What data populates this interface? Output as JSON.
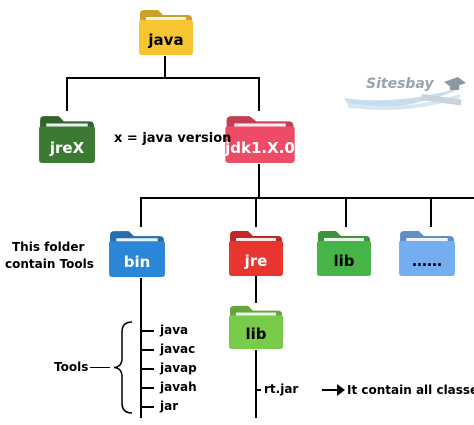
{
  "folders": {
    "java": {
      "label": "java",
      "color": "#f7c432",
      "text_color": "#000000"
    },
    "jrex": {
      "label": "jreX",
      "color": "#3c7a34",
      "text_color": "#ffffff"
    },
    "jdk": {
      "label": "jdk1.X.0",
      "color": "#ee4b67",
      "text_color": "#ffffff"
    },
    "bin": {
      "label": "bin",
      "color": "#2b86d8",
      "text_color": "#ffffff"
    },
    "jre": {
      "label": "jre",
      "color": "#e8352f",
      "text_color": "#ffffff"
    },
    "lib": {
      "label": "lib",
      "color": "#46b447",
      "text_color": "#000000"
    },
    "dots": {
      "label": "……",
      "color": "#74adf0",
      "text_color": "#000000"
    },
    "lib2": {
      "label": "lib",
      "color": "#79cb4a",
      "text_color": "#000000"
    }
  },
  "annotations": {
    "version_note": "x = java version",
    "bin_note_line1": "This folder",
    "bin_note_line2": "contain Tools",
    "tools_label": "Tools",
    "rt_jar": "rt.jar",
    "rt_note": "It contain  all classes"
  },
  "tools": [
    "java",
    "javac",
    "javap",
    "javah",
    "jar"
  ],
  "watermark": {
    "text": "Sitesbay",
    "color": "#9aa3ac"
  }
}
